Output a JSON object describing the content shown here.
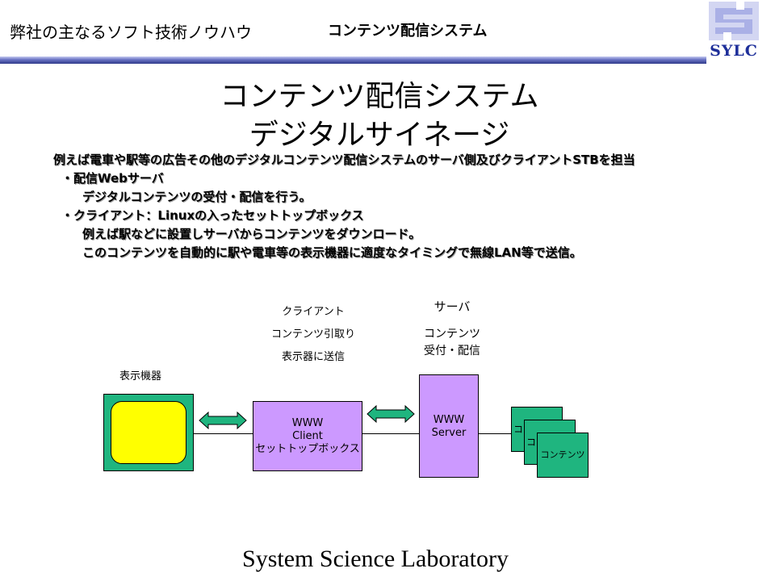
{
  "header": {
    "company_text": "弊社の主なるソフト技術ノウハウ",
    "title": "コンテンツ配信システム",
    "logo_text": "SYLC"
  },
  "main": {
    "title_line1": "コンテンツ配信システム",
    "title_line2": "デジタルサイネージ"
  },
  "description": {
    "lines": [
      "例えば電車や駅等の広告その他のデジタルコンテンツ配信システムのサーバ側及びクライアントSTBを担当",
      "・配信Webサーバ",
      "デジタルコンテンツの受付・配信を行う。",
      "・クライアント：Linuxの入ったセットトップボックス",
      "例えば駅などに設置しサーバからコンテンツをダウンロード。",
      "このコンテンツを自動的に駅や電車等の表示機器に適度なタイミングで無線LAN等で送信。"
    ]
  },
  "diagram": {
    "display_label": "表示機器",
    "client_caption": [
      "クライアント",
      "コンテンツ引取り",
      "表示器に送信"
    ],
    "server_caption": [
      "サーバ",
      "コンテンツ",
      "受付・配信"
    ],
    "client_box": [
      "WWW",
      "Client",
      "セットトップボックス"
    ],
    "server_box": [
      "WWW",
      "Server"
    ],
    "content_cards": [
      "コ",
      "コ",
      "コンテンツ"
    ],
    "colors": {
      "display_outer": "#1fb57f",
      "display_screen": "#ffff00",
      "box_fill": "#cc99ff",
      "arrow_fill": "#1fb57f",
      "card_fill": "#1fb57f"
    }
  },
  "footer": {
    "text": "System  Science  Laboratory"
  }
}
